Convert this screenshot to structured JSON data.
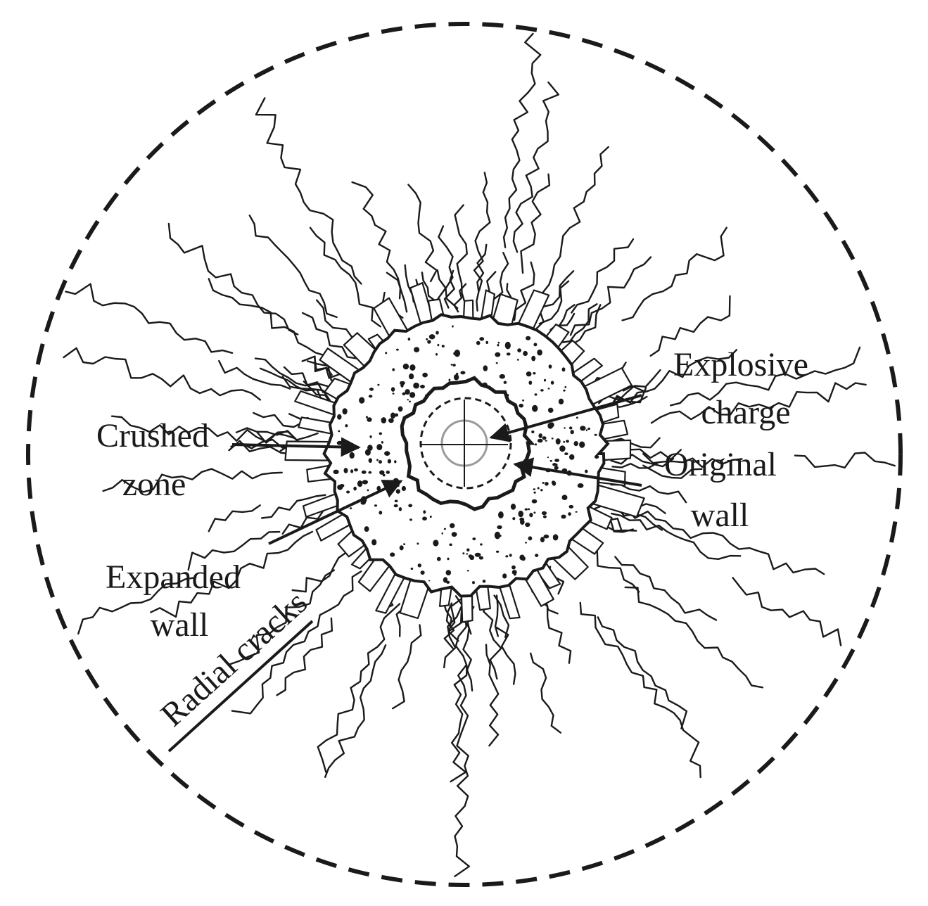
{
  "labels": {
    "explosive_charge": [
      "Explosive",
      "charge"
    ],
    "original_wall": [
      "Original",
      "wall"
    ],
    "crushed_zone": [
      "Crushed",
      "zone"
    ],
    "expanded_wall": [
      "Expanded",
      "wall"
    ],
    "radial_cracks": "Radial cracks"
  },
  "colors": {
    "ink": "#1a1a1a",
    "charge": "#9a9a9a",
    "background": "#ffffff"
  }
}
